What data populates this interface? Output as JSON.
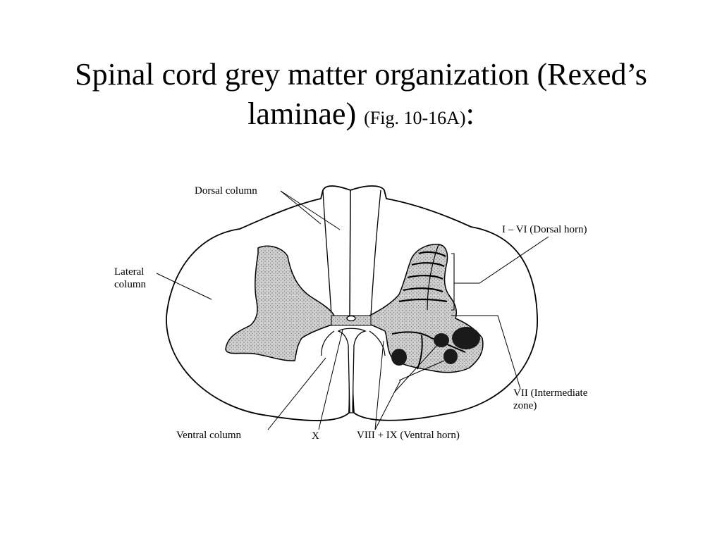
{
  "slide": {
    "title_line1": "Spinal cord grey matter organization (Rexed’s",
    "title_line2_main": "laminae) ",
    "title_line2_fig": "(Fig. 10-16A)",
    "title_line2_colon": ":"
  },
  "diagram": {
    "labels": {
      "dorsal_column": "Dorsal column",
      "lateral_column_1": "Lateral",
      "lateral_column_2": "column",
      "dorsal_horn": "I – VI (Dorsal horn)",
      "intermediate_zone_1": "VII (Intermediate",
      "intermediate_zone_2": "zone)",
      "ventral_column": "Ventral column",
      "lamina_x": "X",
      "ventral_horn": "VIII + IX (Ventral horn)"
    },
    "colors": {
      "grey_matter": "#c9c9c9",
      "motor_nuclei": "#1a1a1a",
      "outline": "#000000"
    }
  }
}
